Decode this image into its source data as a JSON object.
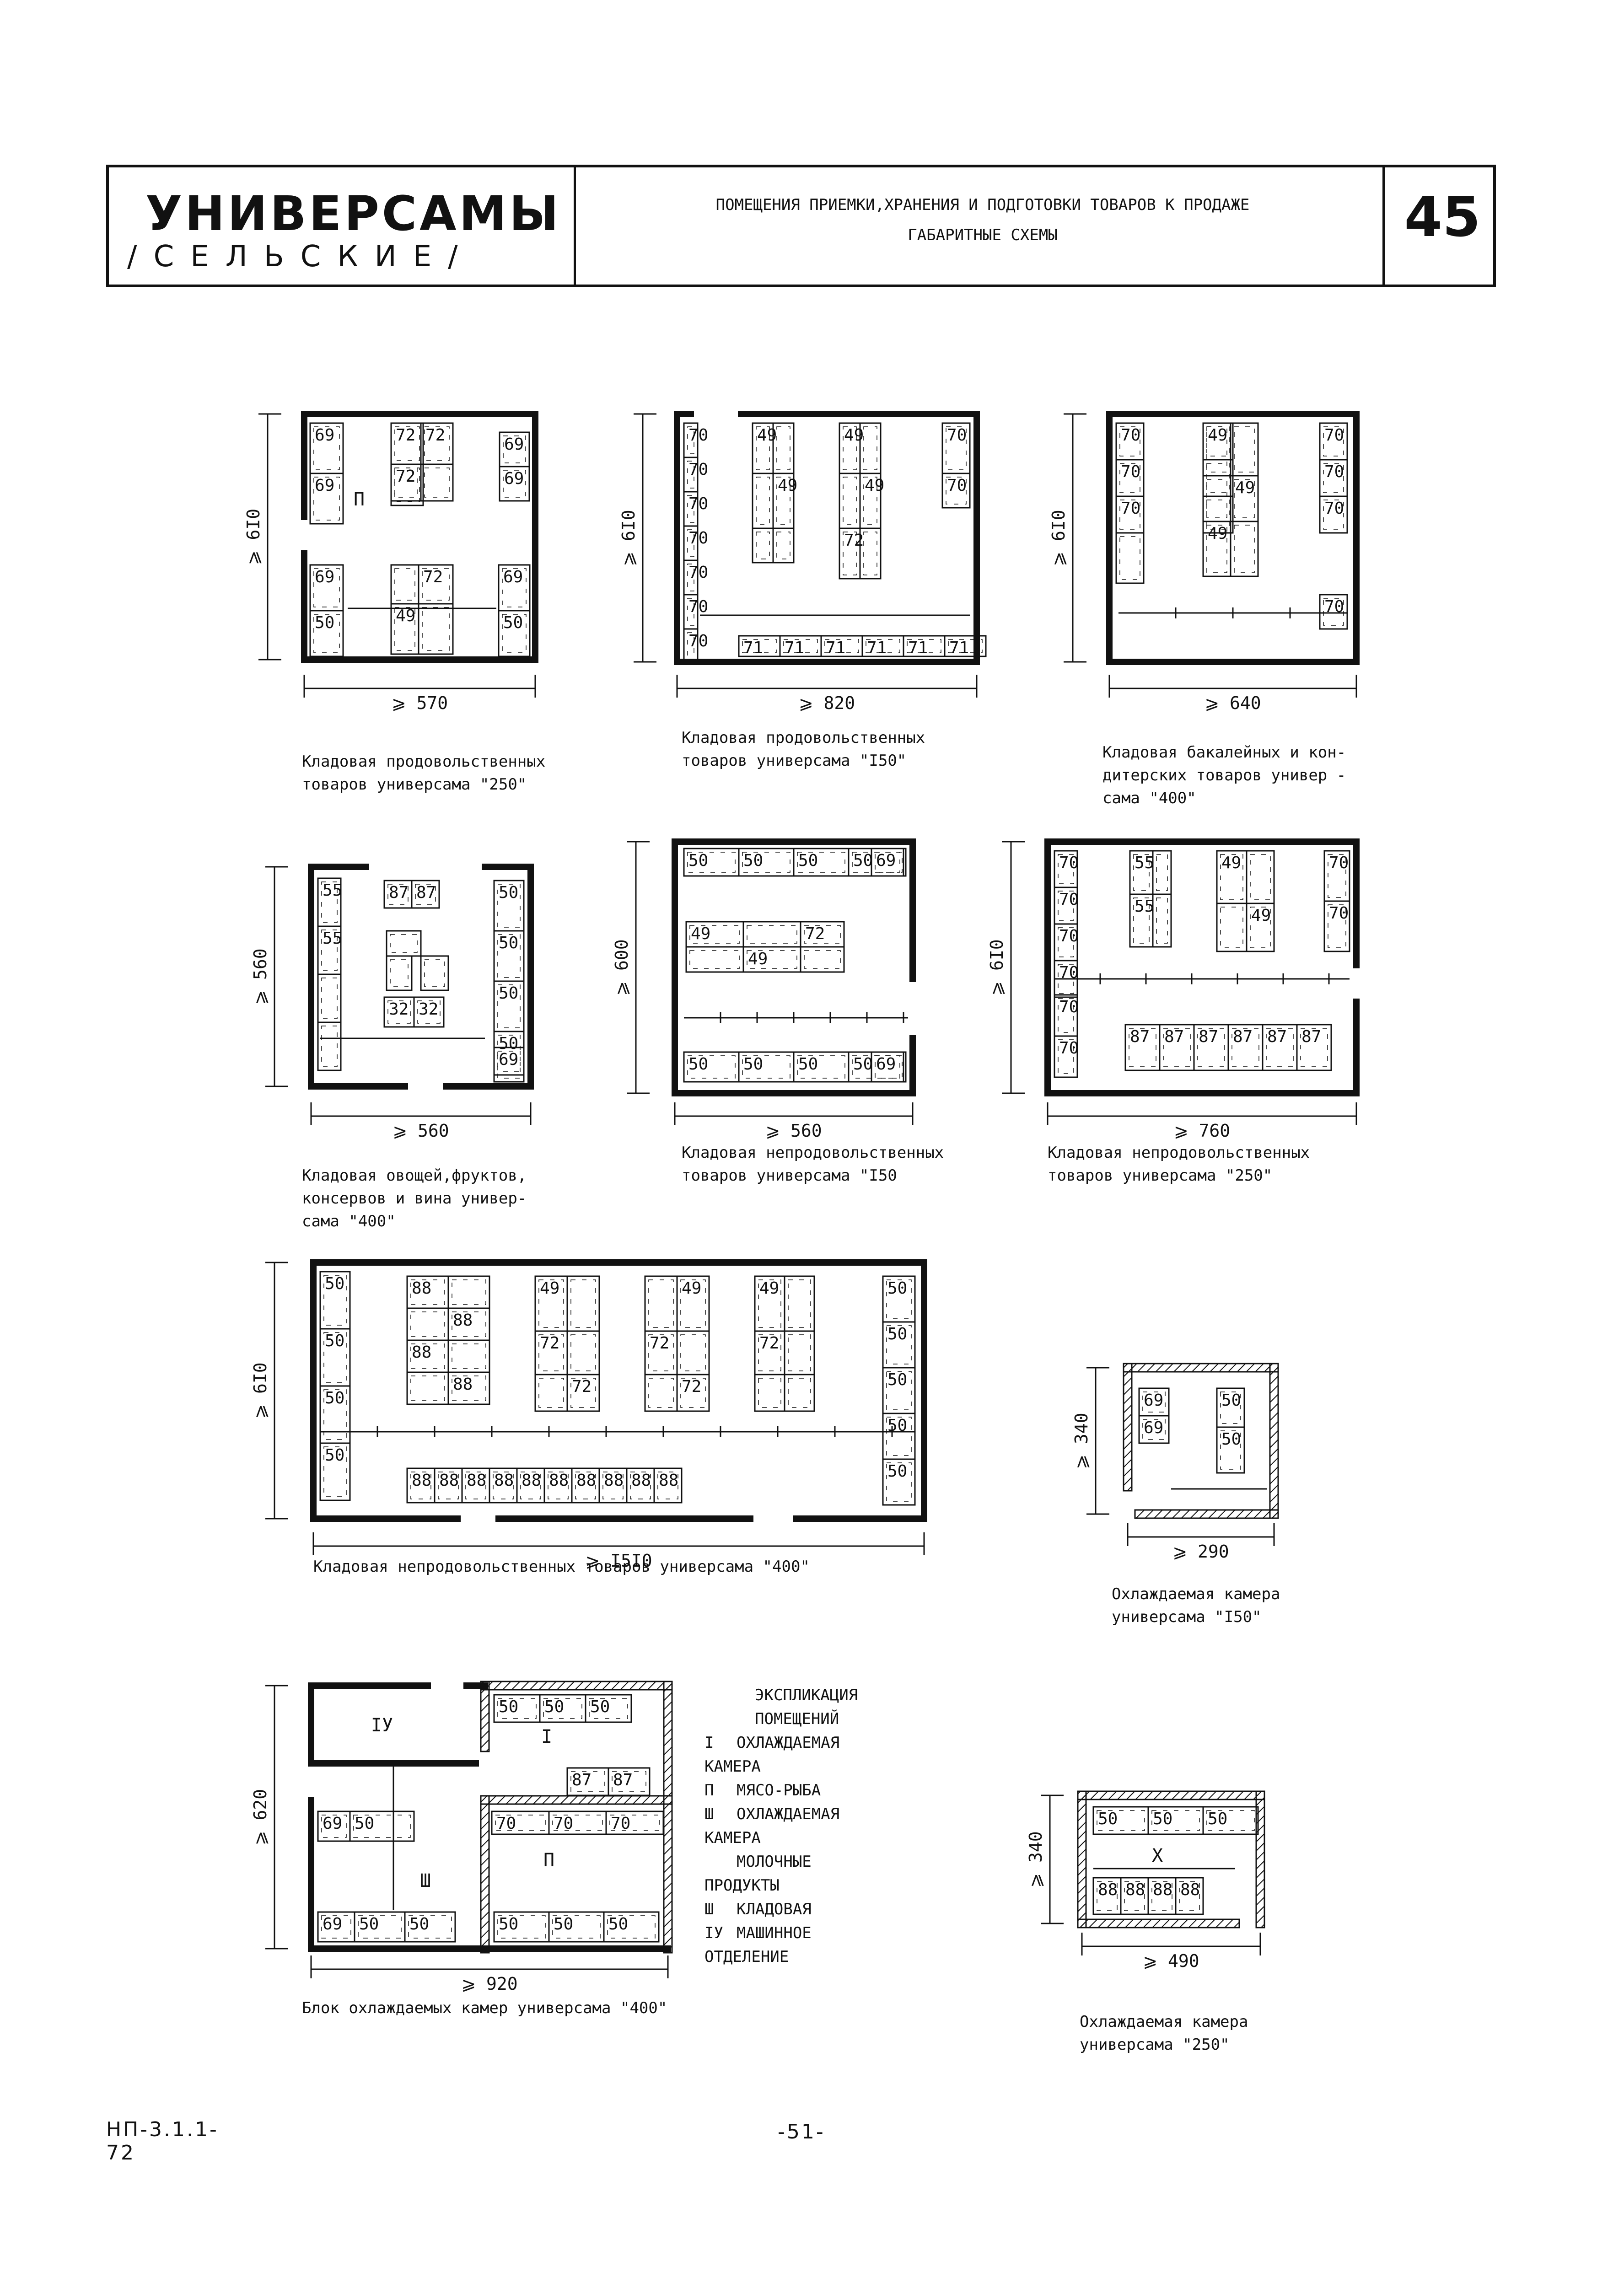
{
  "header": {
    "title": "УНИВЕРСАМЫ",
    "subtitle": "/СЕЛЬСКИЕ/",
    "line1": "ПОМЕЩЕНИЯ ПРИЕМКИ,ХРАНЕНИЯ И ПОДГОТОВКИ ТОВАРОВ К ПРОДАЖЕ",
    "line2": "ГАБАРИТНЫЕ   СХЕМЫ",
    "page_number": "45"
  },
  "captions": {
    "p1": "Кладовая продовольственных\nтоваров универсама \"250\"",
    "p2": "Кладовая продовольственных\nтоваров универсама \"I50\"",
    "p3": "Кладовая бакалейных и кон-\nдитерских товаров универ -\nсама \"400\"",
    "p4": "Кладовая овощей,фруктов,\nконсервов и вина универ-\nсама \"400\"",
    "p5": "Кладовая непродовольственных\nтоваров универсама \"I50",
    "p6": "Кладовая непродовольственных\nтоваров универсама \"250\"",
    "p7": "Кладовая непродовольственных товаров универсама \"400\"",
    "p8": "Охлаждаемая камера\nуниверсама \"I50\"",
    "p9": "Блок охлаждаемых камер универсама \"400\"",
    "p10": "Охлаждаемая камера\nуниверсама \"250\""
  },
  "dims": {
    "p1_w": "⩾ 570",
    "p1_h": "⩾ 6I0",
    "p2_w": "⩾ 820",
    "p2_h": "⩾ 6I0",
    "p3_w": "⩾ 640",
    "p3_h": "⩾ 6I0",
    "p4_w": "⩾ 560",
    "p4_h": "⩾ 560",
    "p5_w": "⩾ 560",
    "p5_h": "⩾ 600",
    "p6_w": "⩾ 760",
    "p6_h": "⩾ 6I0",
    "p7_w": "⩾ I5I0",
    "p7_h": "⩾ 6I0",
    "p8_w": "⩾ 290",
    "p8_h": "⩾ 340",
    "p9_w": "⩾ 920",
    "p9_h": "⩾ 620",
    "p10_w": "⩾ 490",
    "p10_h": "⩾ 340"
  },
  "legend": {
    "title": "ЭКСПЛИКАЦИЯ  ПОМЕЩЕНИЙ",
    "items": [
      {
        "num": "I",
        "text": "ОХЛАЖДАЕМАЯ  КАМЕРА"
      },
      {
        "num": "П",
        "text": "МЯСО-РЫБА"
      },
      {
        "num": "Ш",
        "text": "ОХЛАЖДАЕМАЯ КАМЕРА"
      },
      {
        "num": "",
        "text": "МОЛОЧНЫЕ ПРОДУКТЫ"
      },
      {
        "num": "Ш",
        "text": "КЛАДОВАЯ"
      },
      {
        "num": "IУ",
        "text": "МАШИННОЕ ОТДЕЛЕНИЕ"
      }
    ]
  },
  "room_labels": {
    "p1": "П",
    "p9_iv": "IУ",
    "p9_i": "I",
    "p9_ii": "П",
    "p9_iii": "Ш",
    "p10": "X"
  },
  "footer": {
    "left": "НП-3.1.1-72",
    "center": "-51-"
  }
}
